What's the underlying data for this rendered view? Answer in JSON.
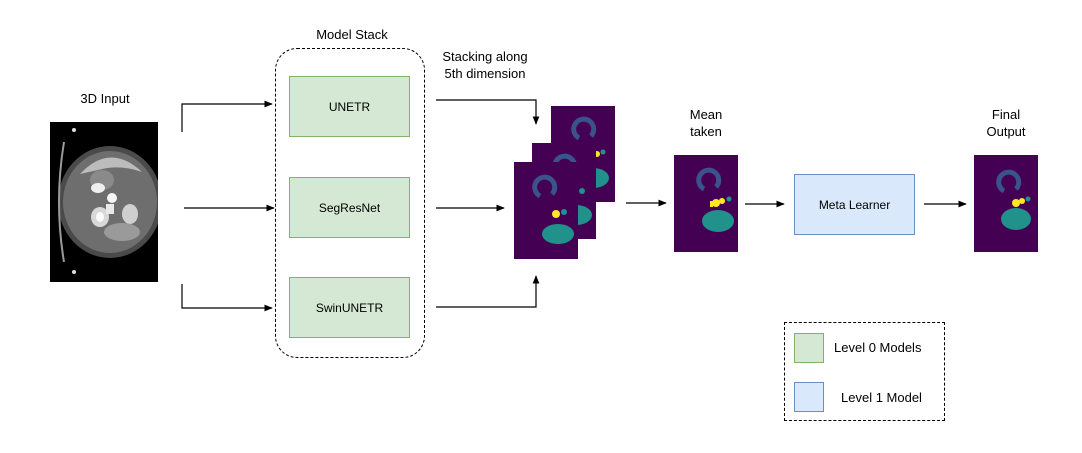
{
  "input": {
    "label": "3D Input"
  },
  "stack": {
    "title": "Model Stack",
    "models": [
      "UNETR",
      "SegResNet",
      "SwinUNETR"
    ]
  },
  "stacking_label": [
    "Stacking along",
    "5th dimension"
  ],
  "mean_label": [
    "Mean",
    "taken"
  ],
  "meta_learner": {
    "label": "Meta Learner"
  },
  "final_label": [
    "Final",
    "Output"
  ],
  "legend": {
    "items": [
      {
        "label": "Level 0 Models",
        "color": "#d5e8d4"
      },
      {
        "label": "Level 1 Model",
        "color": "#dae8fc"
      }
    ]
  },
  "colors": {
    "segmentation_background": "#440154",
    "segmentation_teal": "#21918c",
    "segmentation_purple": "#3b528b",
    "segmentation_yellow": "#fde725"
  }
}
